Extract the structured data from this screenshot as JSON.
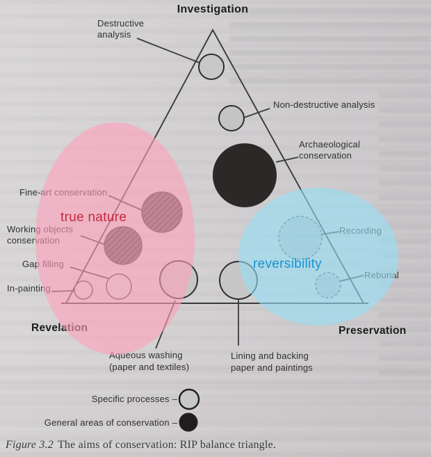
{
  "figure": {
    "corner_labels": {
      "top": "Investigation",
      "bottom_left": "Revelation",
      "bottom_right": "Preservation"
    },
    "node_labels": {
      "destructive_analysis": "Destructive\nanalysis",
      "non_destructive_analysis": "Non-destructive analysis",
      "archaeological_conservation": "Archaeological\nconservation",
      "fine_art_conservation": "Fine-art conservation",
      "working_objects_conservation": "Working objects\nconservation",
      "gap_filling": "Gap filling",
      "in_painting": "In-painting",
      "aqueous_washing": "Aqueous washing\n(paper and textiles)",
      "lining_and_backing": "Lining and backing\npaper and paintings",
      "recording": "Recording",
      "reburial": "Reburial"
    },
    "regions": {
      "true_nature": {
        "label": "true nature",
        "text_color": "#c5283c",
        "fill": "#f4b4c5"
      },
      "reversibility": {
        "label": "reversibility",
        "text_color": "#1594d2",
        "fill": "#aedcea"
      }
    },
    "legend": {
      "specific_processes": "Specific processes –",
      "general_areas": "General areas of conservation –"
    },
    "caption": {
      "figure_label": "Figure 3.2",
      "text": "The aims of conservation: RIP balance triangle."
    }
  }
}
